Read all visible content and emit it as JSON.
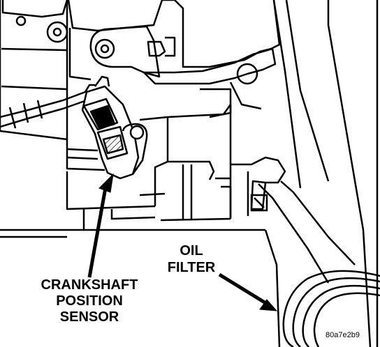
{
  "callouts": {
    "crankshaft_sensor": [
      "CRANKSHAFT",
      "POSITION",
      "SENSOR"
    ],
    "oil_filter": [
      "OIL",
      "FILTER"
    ]
  },
  "figure_code": "80a7e2b9"
}
